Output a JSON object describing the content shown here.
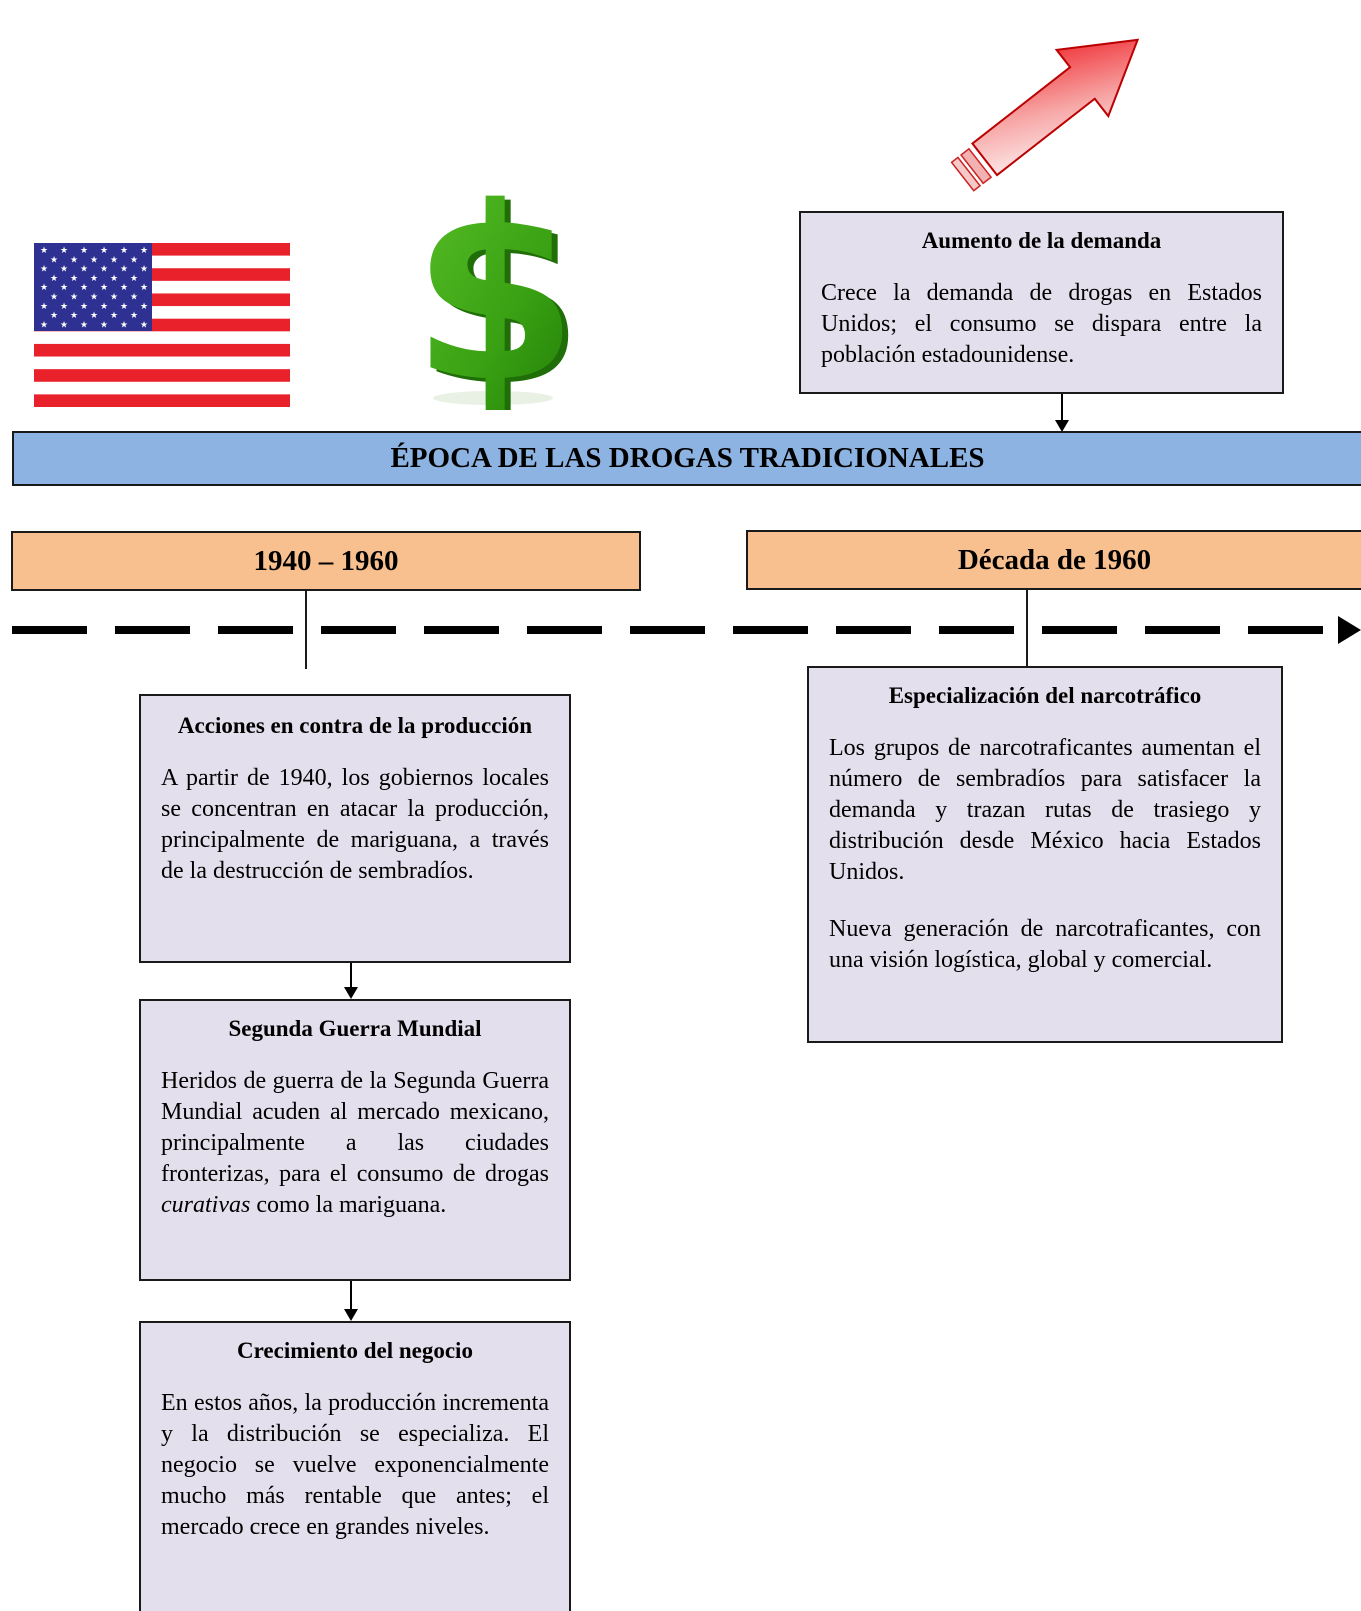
{
  "banner": {
    "title": "ÉPOCA DE LAS DROGAS TRADICIONALES"
  },
  "periods": [
    {
      "label": "1940 – 1960"
    },
    {
      "label": "Década de 1960"
    }
  ],
  "boxes": {
    "demand": {
      "title": "Aumento de la demanda",
      "text": "Crece la demanda de drogas en Estados Unidos; el consumo se dispara entre la población estadounidense."
    },
    "actions": {
      "title": "Acciones en contra de la producción",
      "text": "A partir de 1940, los gobiernos locales se concentran en atacar la producción, principalmente de mariguana, a través de la destrucción de sembradíos."
    },
    "ww2": {
      "title": "Segunda Guerra Mundial",
      "text_before": "Heridos de guerra de la Segunda Guerra Mundial acuden al mercado mexicano, principalmente a las ciudades fronterizas, para el consumo de drogas ",
      "text_italic": "curativas",
      "text_after": " como la mariguana."
    },
    "growth": {
      "title": "Crecimiento del negocio",
      "text": "En estos años, la producción incrementa y la distribución se especializa. El negocio se vuelve exponencialmente mucho más rentable que antes; el mercado crece en grandes niveles."
    },
    "specialization": {
      "title": "Especialización del narcotráfico",
      "text1": "Los grupos de narcotraficantes aumentan el número de sembradíos para satisfacer la demanda y trazan rutas de trasiego y distribución desde México hacia Estados Unidos.",
      "text2": "Nueva generación de narcotraficantes, con una visión logística, global y comercial."
    }
  },
  "images": {
    "flag": "us-flag-icon",
    "dollar": "dollar-sign-icon",
    "arrow": "rising-arrow-icon"
  },
  "colors": {
    "box_fill": "#e4dfec",
    "banner_fill": "#8db3e2",
    "period_fill": "#f8c08e",
    "flag_red": "#e8212b",
    "flag_blue": "#2e3192",
    "dollar_green": "#3a9c12",
    "arrow_red": "#f2121a"
  }
}
